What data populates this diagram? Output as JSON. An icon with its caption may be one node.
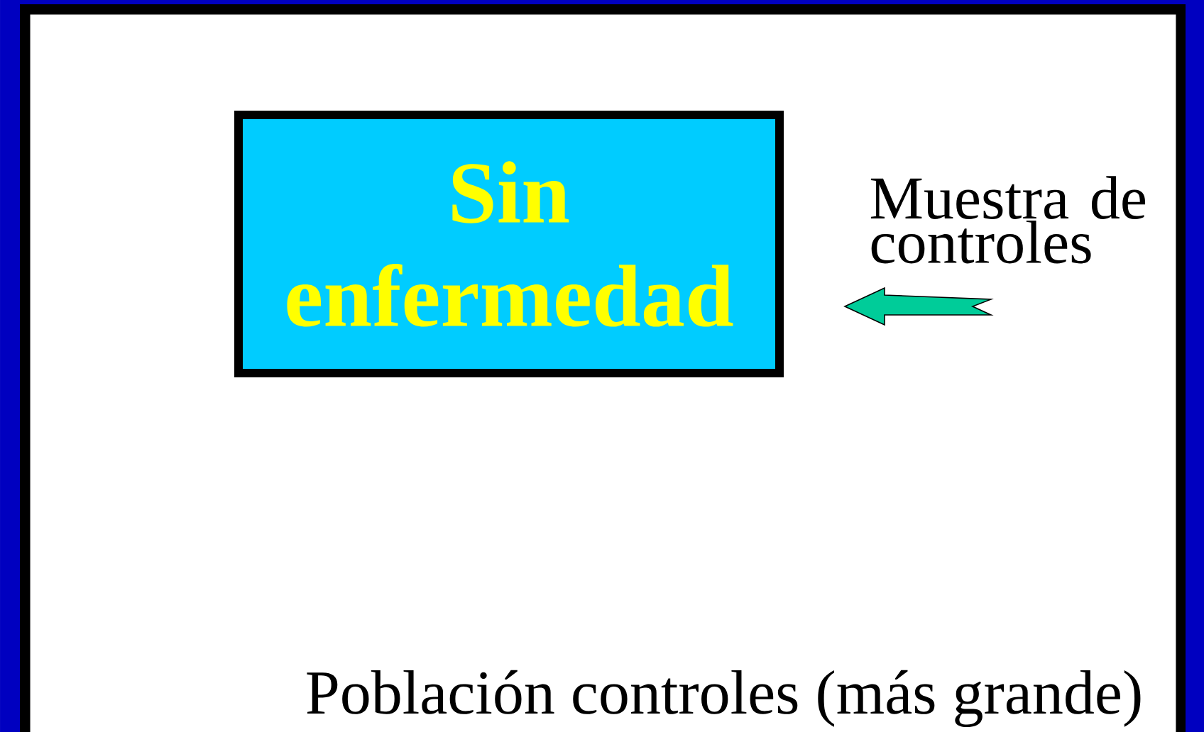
{
  "diagram": {
    "nodes": [
      {
        "text": [
          "Población controles (más grande)"
        ]
      },
      {
        "text": [
          "Sin enfermedad"
        ],
        "in": 0
      },
      {
        "text": [
          "Muestra de controles"
        ],
        "in": 0
      }
    ],
    "edges": [
      {
        "from": 2,
        "to": 1,
        "arrow": "to"
      }
    ]
  }
}
